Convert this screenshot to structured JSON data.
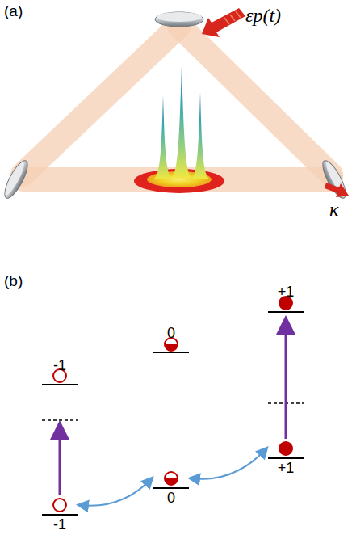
{
  "diagram": {
    "nodes": [
      {
        "text": [
          "-1"
        ]
      },
      {
        "text": [
          "0"
        ]
      },
      {
        "text": [
          "+1"
        ]
      }
    ],
    "edges": [
      {
        "from": 0,
        "to": 1,
        "arrow": "both"
      },
      {
        "from": 1,
        "to": 2,
        "arrow": "both"
      }
    ],
    "labels": [
      "(a)",
      "εp(t)",
      "κ",
      "(b)",
      "-1",
      "0",
      "+1"
    ]
  }
}
